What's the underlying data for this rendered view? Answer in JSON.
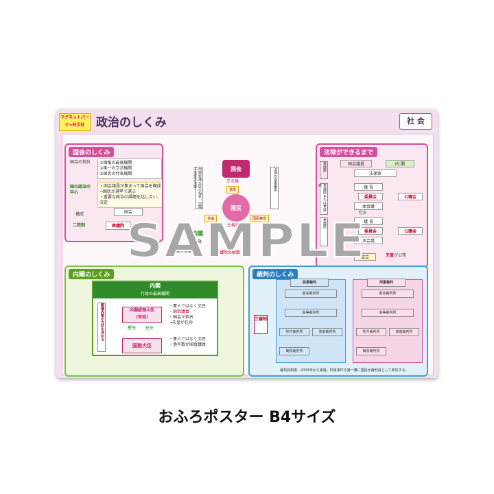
{
  "poster": {
    "brand": "マグネットパーク×旺文社",
    "title": "政治のしくみ",
    "subject": "社 会",
    "kokkai": {
      "heading": "国会のしくみ",
      "status_label": "国会の地位",
      "status_items": [
        "①国権の最高機関",
        "②唯一の立法機関",
        "③国民の代表機関"
      ],
      "center_label": "国の政治の中心",
      "center_items": [
        "・国会議員が集まって国会を構成",
        "→国民が選挙で選ぶ",
        "・重要な政治の課題を話し合い、決定"
      ],
      "structure_label": "構成",
      "bicameral": "二院制",
      "kokkai_box": "国会",
      "lower_house": "衆議院"
    },
    "center": {
      "kokkai": "国会",
      "kokkai_sub": "立法権",
      "kokumin": "国民",
      "kokumin_sub": "主権者",
      "senkyo": "選挙",
      "seron": "世論",
      "kokumin_shinsa": "国民審査",
      "v_left": "内閣総理大臣の指名・内閣不信任の決議",
      "v_right": "法律の違憲審査",
      "left_bottom": "内閣",
      "left_bottom_sub": "行政",
      "right_bottom_1": "国会の召集",
      "right_bottom_2": "衆議院の解散"
    },
    "houritsu": {
      "heading": "法律ができるまで",
      "members": "国会議員",
      "cabinet": "内 閣",
      "bill": "法律案",
      "chair": "議 長",
      "committee": "委員会",
      "public_hearing": "公聴会",
      "plenary": "本会議",
      "vote": "可決",
      "passed": "成立",
      "emperor": "天皇",
      "promulgate": "が公布",
      "side_1": "衆議院",
      "side_2": "参議院",
      "side_3": "衆議院または参議院"
    },
    "naikaku": {
      "heading": "内閣のしくみ",
      "cabinet": "内閣",
      "cabinet_sub": "行政の最高機関",
      "pm": "内閣総理大臣",
      "pm_sub": "(首相)",
      "ministers": "国務大臣",
      "appoint": "任命",
      "dismiss": "罷免",
      "pm_notes": [
        "・軍人ではなく文民",
        "・国会議員",
        "・国会が指名",
        "→天皇が任命"
      ],
      "minister_notes": [
        "・軍人ではなく文民",
        "・過半数が国会議員"
      ],
      "side": "閣議",
      "side_sub": "内閣の方針を決める"
    },
    "saiban": {
      "heading": "裁判のしくみ",
      "civil": "民事裁判",
      "criminal": "刑事裁判",
      "supreme": "最高裁判所",
      "high": "高等裁判所",
      "district": "地方裁判所",
      "family": "家庭裁判所",
      "summary": "簡易裁判所",
      "sanshin": "三審制",
      "note": "裁判員制度…2009年から実施。刑事事件の第一審に国民が裁判員として参加する。"
    }
  },
  "watermark": "SAMPLE",
  "caption": "おふろポスター B4サイズ"
}
